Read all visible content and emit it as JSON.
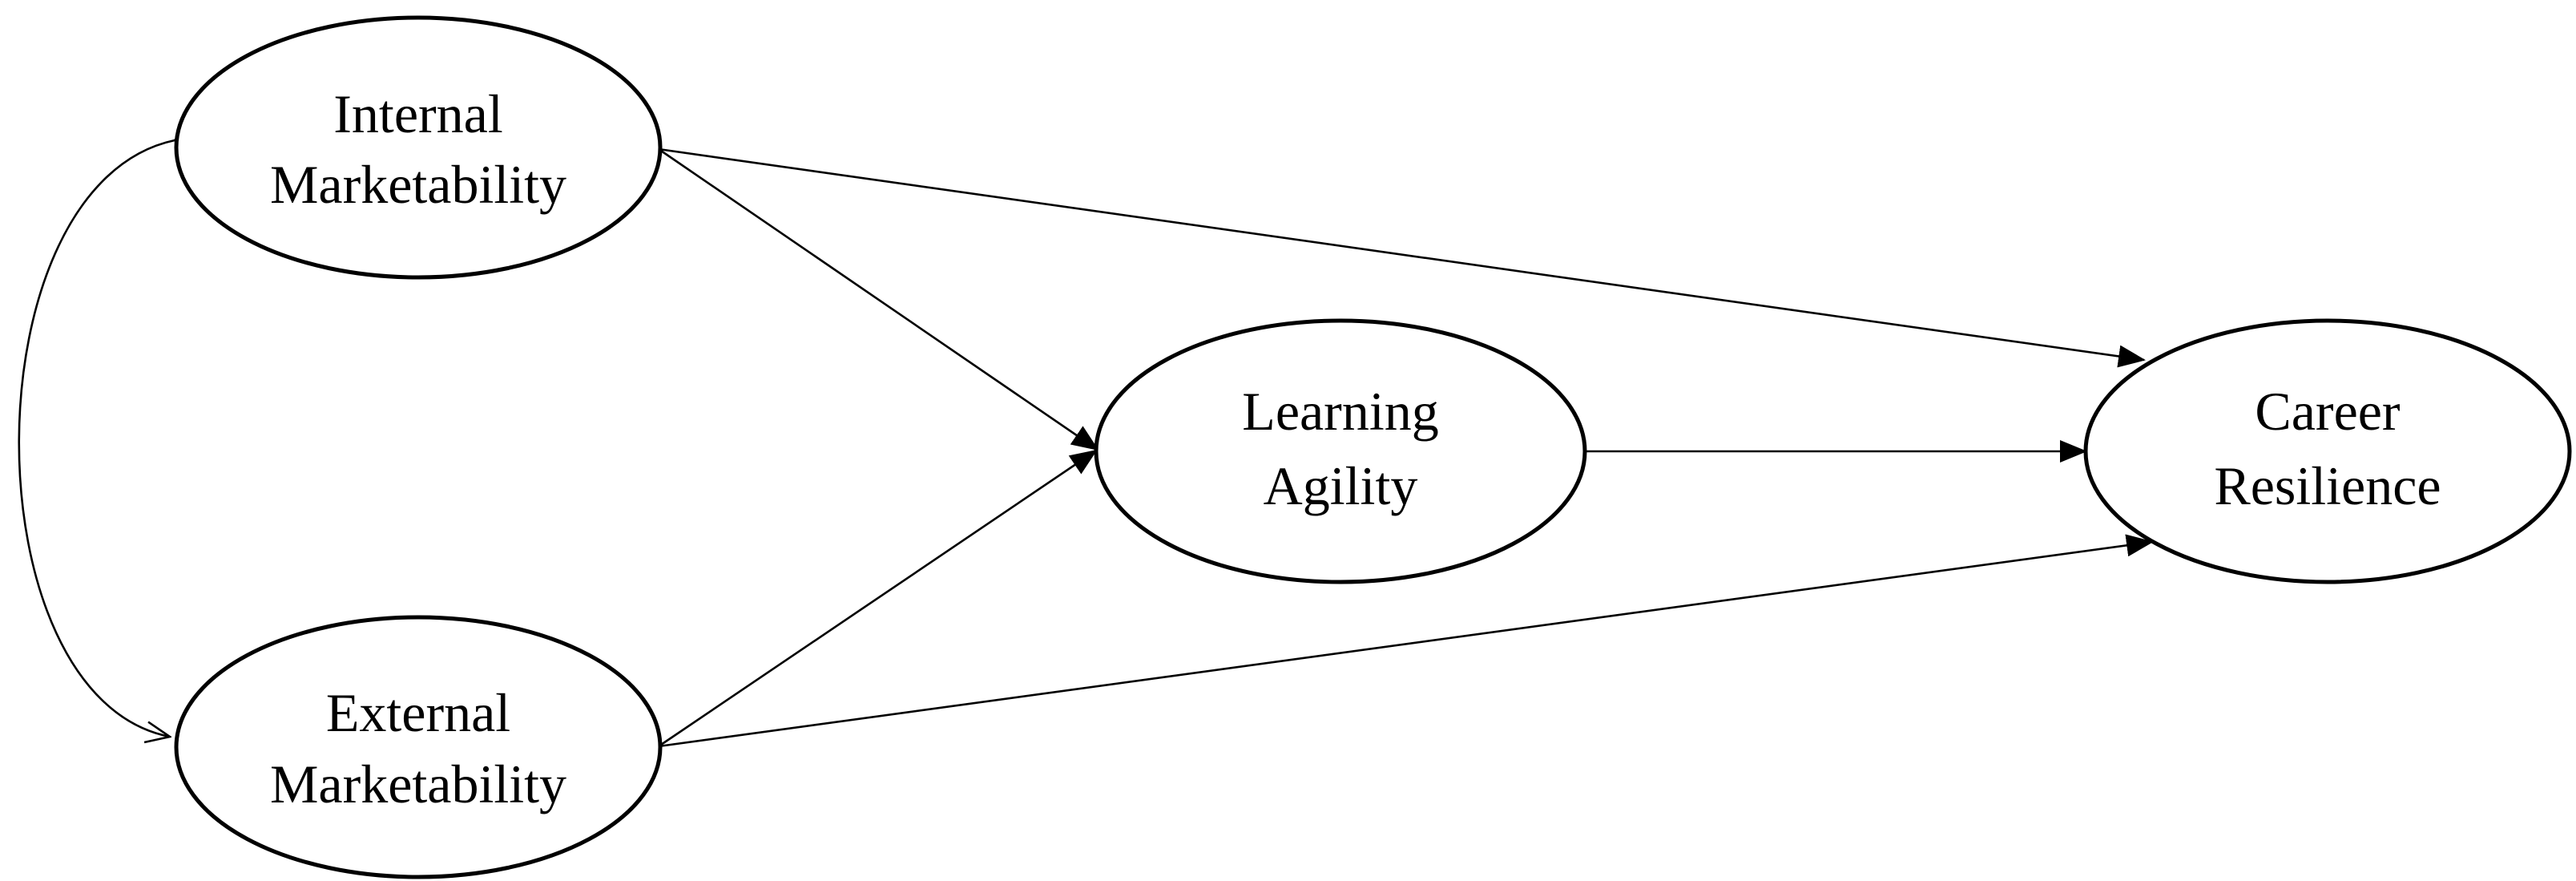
{
  "diagram": {
    "nodes": {
      "internal_marketability": {
        "line1": "Internal",
        "line2": "Marketability"
      },
      "external_marketability": {
        "line1": "External",
        "line2": "Marketability"
      },
      "learning_agility": {
        "line1": "Learning",
        "line2": "Agility"
      },
      "career_resilience": {
        "line1": "Career",
        "line2": "Resilience"
      }
    },
    "edges": [
      {
        "from": "internal_marketability",
        "to": "learning_agility",
        "type": "directed"
      },
      {
        "from": "internal_marketability",
        "to": "career_resilience",
        "type": "directed"
      },
      {
        "from": "external_marketability",
        "to": "learning_agility",
        "type": "directed"
      },
      {
        "from": "external_marketability",
        "to": "career_resilience",
        "type": "directed"
      },
      {
        "from": "learning_agility",
        "to": "career_resilience",
        "type": "directed"
      },
      {
        "from": "internal_marketability",
        "to": "external_marketability",
        "type": "covariance"
      }
    ],
    "colors": {
      "stroke": "#000000",
      "background": "#ffffff"
    }
  }
}
